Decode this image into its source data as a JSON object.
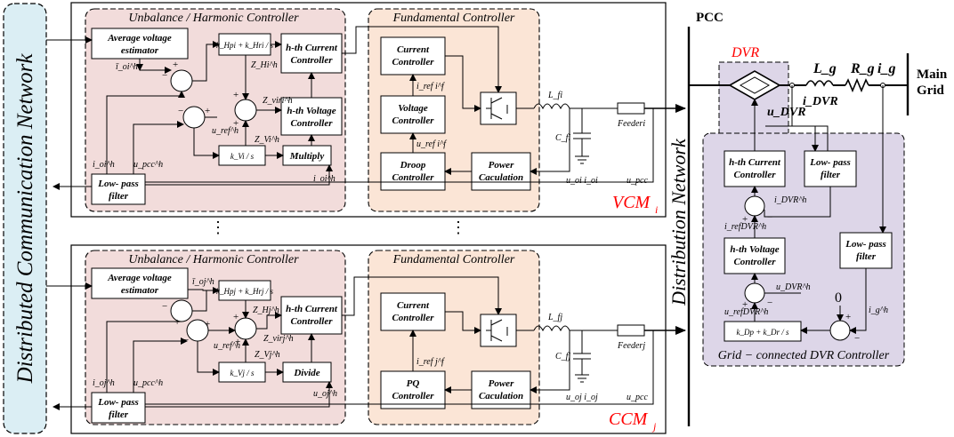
{
  "left_bar": {
    "label": "Distributed Communication Network"
  },
  "center_bar": {
    "label": "Distribution Network"
  },
  "vcm": {
    "tag": "VCM",
    "tag_sub": "i",
    "uh_controller_title": "Unbalance / Harmonic Controller",
    "fund_controller_title": "Fundamental Controller",
    "avg_estimator": [
      "Average voltage",
      "estimator"
    ],
    "kh_label": "k_Hpi + k_Hri / s",
    "hth_current": [
      "h-th Current",
      "Controller"
    ],
    "hth_voltage": [
      "h-th Voltage",
      "Controller"
    ],
    "kvi_label": "k_Vi / s",
    "multiply": "Multiply",
    "lowpass": [
      "Low- pass",
      "filter"
    ],
    "current_controller": [
      "Current",
      "Controller"
    ],
    "voltage_controller": [
      "Voltage",
      "Controller"
    ],
    "droop_controller": [
      "Droop",
      "Controller"
    ],
    "power_calc": [
      "Power",
      "Caculation"
    ],
    "feeder": "Feederi",
    "signals": {
      "i_oi_bar": "ī_oi^h",
      "Z_Hi": "Z_Hi^h",
      "Z_vir": "Z_viri^h",
      "Z_Vi": "Z_Vi^h",
      "u_ref": "u_ref^h",
      "i_oi": "i_oi^h",
      "u_pcc": "u_pcc^h",
      "i_oi2": "i_oi^h",
      "i_ref": "i_ref i^f",
      "u_ref_f": "u_ref i^f",
      "Lf": "L_fi",
      "Cf": "C_fi",
      "uoi_ioi": "u_oi  i_oi",
      "upcc": "u_pcc"
    }
  },
  "ccm": {
    "tag": "CCM",
    "tag_sub": "j",
    "uh_controller_title": "Unbalance / Harmonic Controller",
    "fund_controller_title": "Fundamental Controller",
    "avg_estimator": [
      "Average voltage",
      "estimator"
    ],
    "kh_label": "k_Hpj + k_Hrj / s",
    "hth_current": [
      "h-th Current",
      "Controller"
    ],
    "kvj_label": "k_Vj / s",
    "divide": "Divide",
    "lowpass": [
      "Low- pass",
      "filter"
    ],
    "current_controller": [
      "Current",
      "Controller"
    ],
    "pq_controller": [
      "PQ",
      "Controller"
    ],
    "power_calc": [
      "Power",
      "Caculation"
    ],
    "feeder": "Feederj",
    "signals": {
      "i_oj_bar": "ī_oj^h",
      "Z_Hj": "Z_Hj^h",
      "Z_virj": "Z_virj^h",
      "Z_Vj": "Z_Vj^h",
      "u_ref": "u_ref^h",
      "i_oj": "i_oj^h",
      "u_pcc": "u_pcc^h",
      "u_oj": "u_oj^h",
      "i_ref": "i_ref j^f",
      "Lf": "L_fj",
      "Cf": "C_fj",
      "uoj_ioj": "u_oj  i_oj",
      "upcc": "u_pcc"
    }
  },
  "dvr": {
    "pcc": "PCC",
    "dvr": "DVR",
    "Lg": "L_g",
    "Rg": "R_g",
    "ig": "i_g",
    "main_grid": [
      "Main",
      "Grid"
    ],
    "u_dvr": "u_DVR",
    "i_dvr": "i_DVR",
    "hth_current": [
      "h-th Current",
      "Controller"
    ],
    "hth_voltage": [
      "h-th Voltage",
      "Controller"
    ],
    "lowpass1": [
      "Low- pass",
      "filter"
    ],
    "lowpass2": [
      "Low- pass",
      "filter"
    ],
    "kd_label": "k_Dp + k_Dr / s",
    "zero": "0",
    "title": "Grid − connected  DVR Controller",
    "signals": {
      "i_dvr_h": "i_DVR^h",
      "i_ref_dvr": "i_refDVR^h",
      "u_dvr_h": "u_DVR^h",
      "u_ref_dvr": "u_refDVR^h",
      "ig_h": "i_g^h"
    }
  },
  "colors": {
    "uh_fill": "#f2dcdb",
    "fund_fill": "#fbe5d6",
    "dvr_fill": "#ddd6e8",
    "left_bar_fill": "#dbeef4",
    "red": "#ff0000"
  }
}
